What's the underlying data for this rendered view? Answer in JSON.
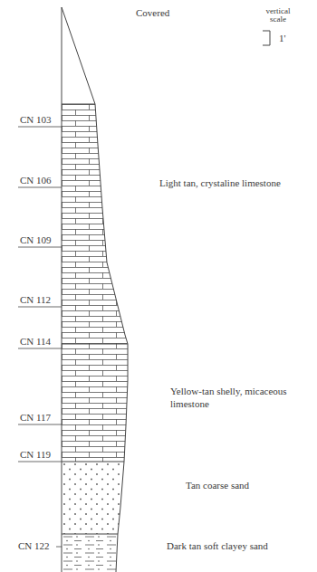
{
  "diagram": {
    "labels": [
      "Covered",
      "vertical scale",
      "1'",
      "CN 103",
      "CN 106",
      "CN 109",
      "Light tan, crystaline limestone",
      "CN 112",
      "CN 114",
      "Yellow-tan shelly, micaceous limestone",
      "CN 117",
      "CN 119",
      "Tan coarse sand",
      "CN 122",
      "Dark tan soft clayey sand"
    ]
  }
}
